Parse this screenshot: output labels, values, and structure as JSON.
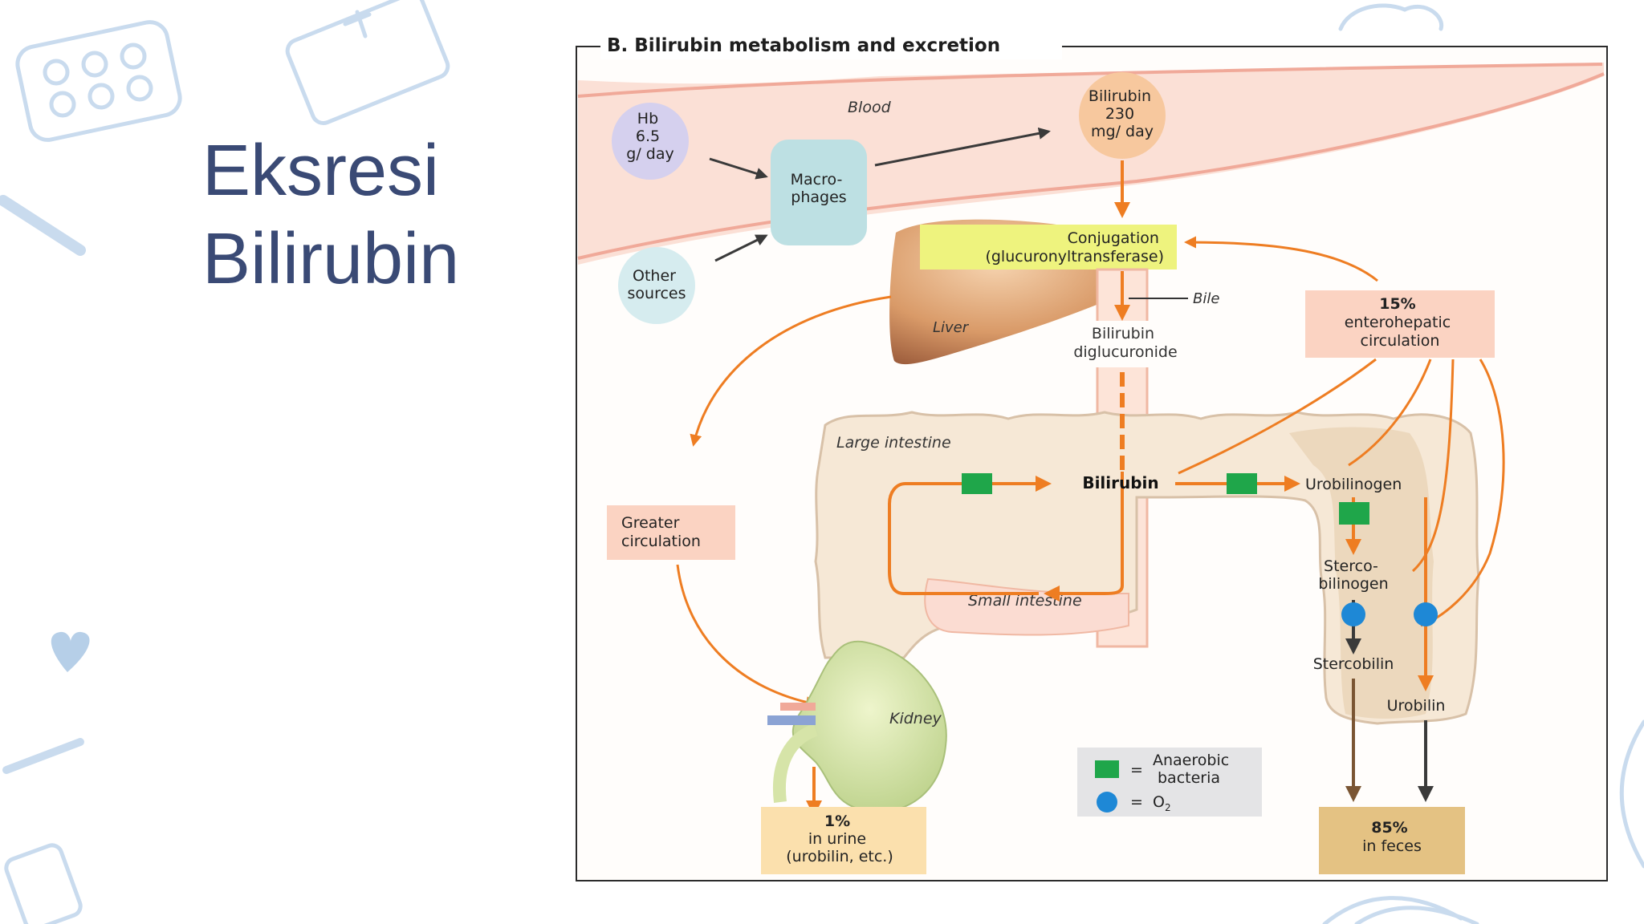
{
  "slide": {
    "title_line1": "Eksresi",
    "title_line2": "Bilirubin"
  },
  "figure": {
    "panel_title": "B.  Bilirubin metabolism and excretion",
    "blood": "Blood",
    "hb": [
      "Hb",
      "6.5",
      "g/ day"
    ],
    "other_sources": [
      "Other",
      "sources"
    ],
    "macrophages": [
      "Macro-",
      "phages"
    ],
    "bilirubin_blood": [
      "Bilirubin",
      "230",
      "mg/ day"
    ],
    "conjugation": [
      "Conjugation",
      "(glucuronyltransferase)"
    ],
    "bile": "Bile",
    "liver": "Liver",
    "bilirubin_diglucuronide": [
      "Bilirubin",
      "diglucuronide"
    ],
    "enterohepatic": [
      "15%",
      "enterohepatic",
      "circulation"
    ],
    "large_intestine": "Large intestine",
    "bilirubin_intestine": "Bilirubin",
    "urobilinogen": "Urobilinogen",
    "greater_circulation": [
      "Greater",
      "circulation"
    ],
    "stercobilinogen": [
      "Sterco-",
      "bilinogen"
    ],
    "small_intestine": "Small intestine",
    "stercobilin": "Stercobilin",
    "urobilin": "Urobilin",
    "kidney": "Kidney",
    "legend_bacteria": [
      "Anaerobic",
      "bacteria"
    ],
    "legend_o2": "O",
    "legend_o2_sub": "2",
    "legend_eq": "=",
    "urine": [
      "1%",
      "in urine",
      "(urobilin, etc.)"
    ],
    "feces": [
      "85%",
      "in feces"
    ]
  },
  "colors": {
    "title": "#3a4a75",
    "arrow_orange": "#ee7d22",
    "arrow_dark": "#3a3a3a",
    "arrow_brown": "#7a5533",
    "bacteria_green": "#1fa64a",
    "oxygen_blue": "#1e88d6",
    "deco_blue": "#c6d8ec"
  }
}
